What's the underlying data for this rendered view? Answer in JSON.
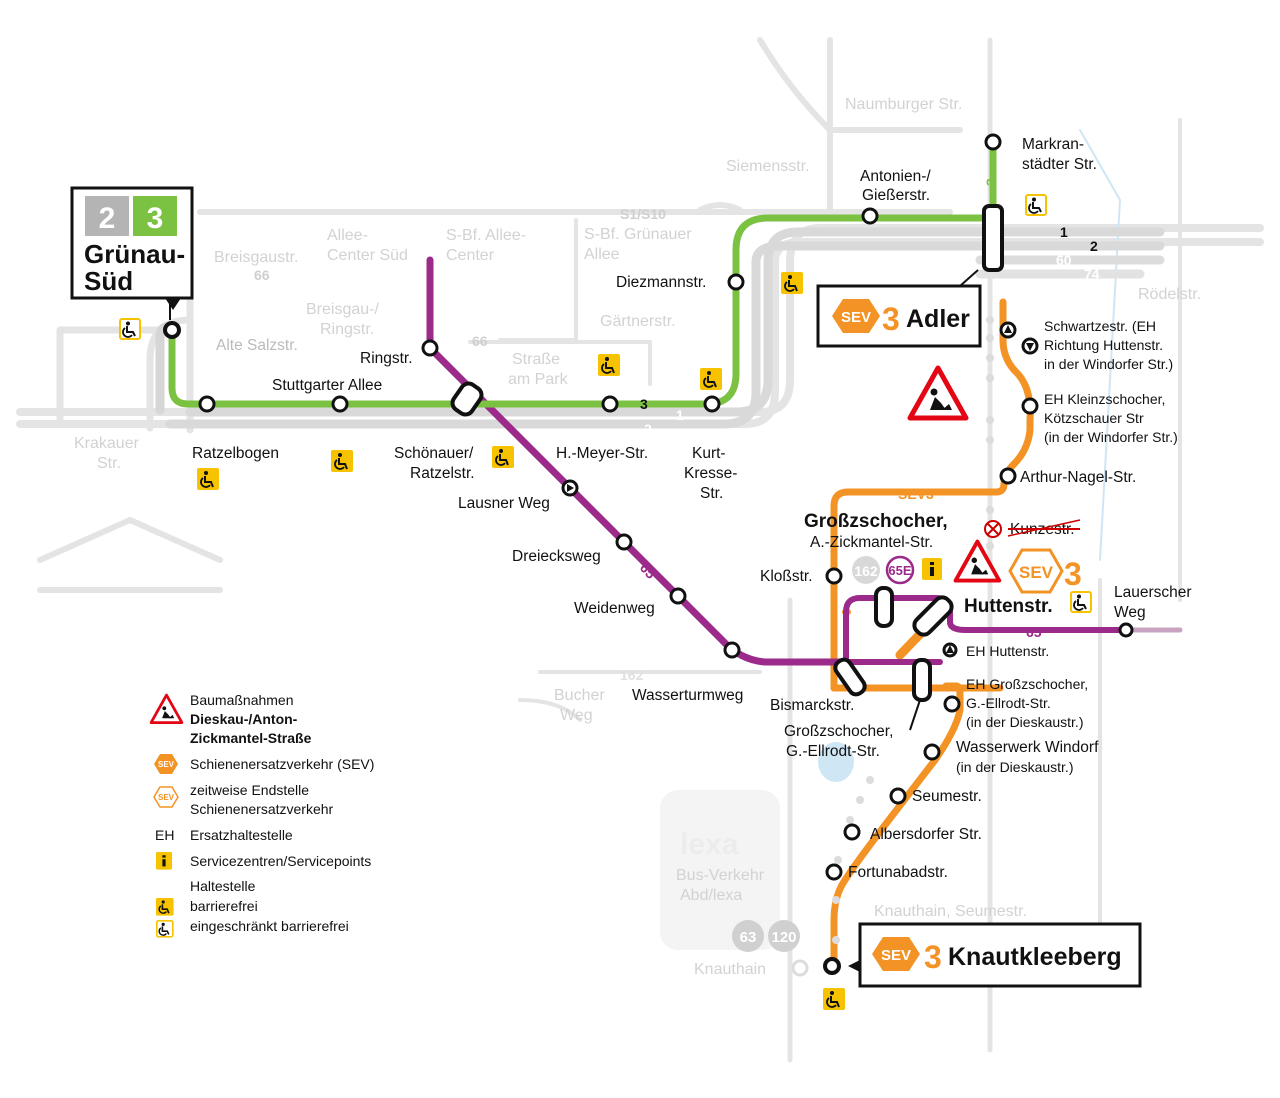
{
  "terminal_west": {
    "lines": [
      "2",
      "3"
    ],
    "name_line1": "Grünau-",
    "name_line2": "Süd"
  },
  "terminal_north": {
    "sev": "SEV",
    "line": "3",
    "name": "Adler"
  },
  "terminal_south": {
    "sev": "SEV",
    "line": "3",
    "name": "Knautkleeberg"
  },
  "temp_terminus": {
    "sev": "SEV",
    "line": "3"
  },
  "grossz_title": "Großzschocher,",
  "grossz_sub": "A.-Zickmantel-Str.",
  "huttenstr_title": "Huttenstr.",
  "line_labels": {
    "l3_vertical": "3",
    "l3_horizontal": "3",
    "l1": "1",
    "l2": "2",
    "sev3": "SEV3",
    "l65_diag": "65",
    "l65_east": "65",
    "l162": "162",
    "l66_a": "66",
    "l66_b": "66",
    "east_1": "1",
    "east_2": "2",
    "east_60": "60",
    "east_74": "74",
    "s1s10": "S1/S10"
  },
  "bus_badges": {
    "b162": "162",
    "b65e": "65E",
    "b63": "63",
    "b120": "120"
  },
  "stations": {
    "markranstaedter_1": "Markran-",
    "markranstaedter_2": "städter Str.",
    "antonien_1": "Antonien-/",
    "antonien_2": "Gießerstr.",
    "diezmann": "Diezmannstr.",
    "schwartze_1": "Schwartzestr. (EH",
    "schwartze_2": "Richtung Huttenstr.",
    "schwartze_3": "in der Windorfer Str.)",
    "kleinz_1": "EH Kleinzschocher,",
    "kleinz_2": "Kötzschauer Str",
    "kleinz_3": "(in der Windorfer Str.)",
    "arthur": "Arthur-Nagel-Str.",
    "kunze": "Kunzestr.",
    "klossstr": "Kloßstr.",
    "lauerscher_1": "Lauerscher",
    "lauerscher_2": "Weg",
    "eh_hutten": "EH Huttenstr.",
    "eh_grossz_1": "EH Großzschocher,",
    "eh_grossz_2": "G.-Ellrodt-Str.",
    "eh_grossz_3": "(in der Dieskaustr.)",
    "wasserwerk_1": "Wasserwerk Windorf",
    "wasserwerk_2": "(in der Dieskaustr.)",
    "seumestr": "Seumestr.",
    "albersdorfer": "Albersdorfer Str.",
    "fortunabad": "Fortunabadstr.",
    "bismarck": "Bismarckstr.",
    "grossz_ellrodt_1": "Großzschocher,",
    "grossz_ellrodt_2": "G.-Ellrodt-Str.",
    "wasserturmweg": "Wasserturmweg",
    "weidenweg": "Weidenweg",
    "dreiecksweg": "Dreiecksweg",
    "lausner": "Lausner Weg",
    "hmeyer": "H.-Meyer-Str.",
    "kurt_1": "Kurt-",
    "kurt_2": "Kresse-",
    "kurt_3": "Str.",
    "schoenauer_1": "Schönauer/",
    "schoenauer_2": "Ratzelstr.",
    "ringstr": "Ringstr.",
    "stuttgarter": "Stuttgarter Allee",
    "ratzelbogen": "Ratzelbogen",
    "alte_salzstr": "Alte Salzstr."
  },
  "ghost_labels": {
    "naumburger": "Naumburger Str.",
    "siemensstr": "Siemensstr.",
    "breisgaustr": "Breisgaustr.",
    "allee_center_1": "Allee-",
    "allee_center_2": "Center Süd",
    "sbf_1": "S-Bf. Allee-",
    "sbf_2": "Center",
    "sbf_gruenauer_1": "S-Bf. Grünauer",
    "sbf_gruenauer_2": "Allee",
    "breisgau_ring_1": "Breisgau-/",
    "breisgau_ring_2": "Ringstr.",
    "gaertnerstr": "Gärtnerstr.",
    "strasse_park_1": "Straße",
    "strasse_park_2": "am Park",
    "krakauer_1": "Krakauer",
    "krakauer_2": "Str.",
    "roedelstr": "Rödelstr.",
    "knauthain_seume": "Knauthain, Seumestr.",
    "knauthain": "Knauthain",
    "lexa": "lexa",
    "lexa_sub_1": "Bus-Verkehr",
    "lexa_sub_2": "Abd/lexa",
    "bucher_1": "Bucher",
    "bucher_2": "Weg"
  },
  "legend": {
    "baumassnahmen": "Baumaßnahmen",
    "baumassnahmen_bold_1": "Dieskau-/Anton-",
    "baumassnahmen_bold_2": "Zickmantel-Straße",
    "sev": "Schienenersatzverkehr (SEV)",
    "sev_end_1": "zeitweise Endstelle",
    "sev_end_2": "Schienenersatzverkehr",
    "eh_abbr": "EH",
    "eh": "Ersatzhaltestelle",
    "service": "Servicezentren/Servicepoints",
    "haltestelle": "Haltestelle",
    "barrierefrei": "barrierefrei",
    "eingeschraenkt": "eingeschränkt barrierefrei",
    "sev_icon_text": "SEV"
  },
  "colors": {
    "green": "#7cc242",
    "orange": "#f39325",
    "purple": "#9b2a8a",
    "gray_line": "#d6d6d6",
    "red": "#e30613",
    "yellow": "#f7c300",
    "text": "#111111"
  }
}
